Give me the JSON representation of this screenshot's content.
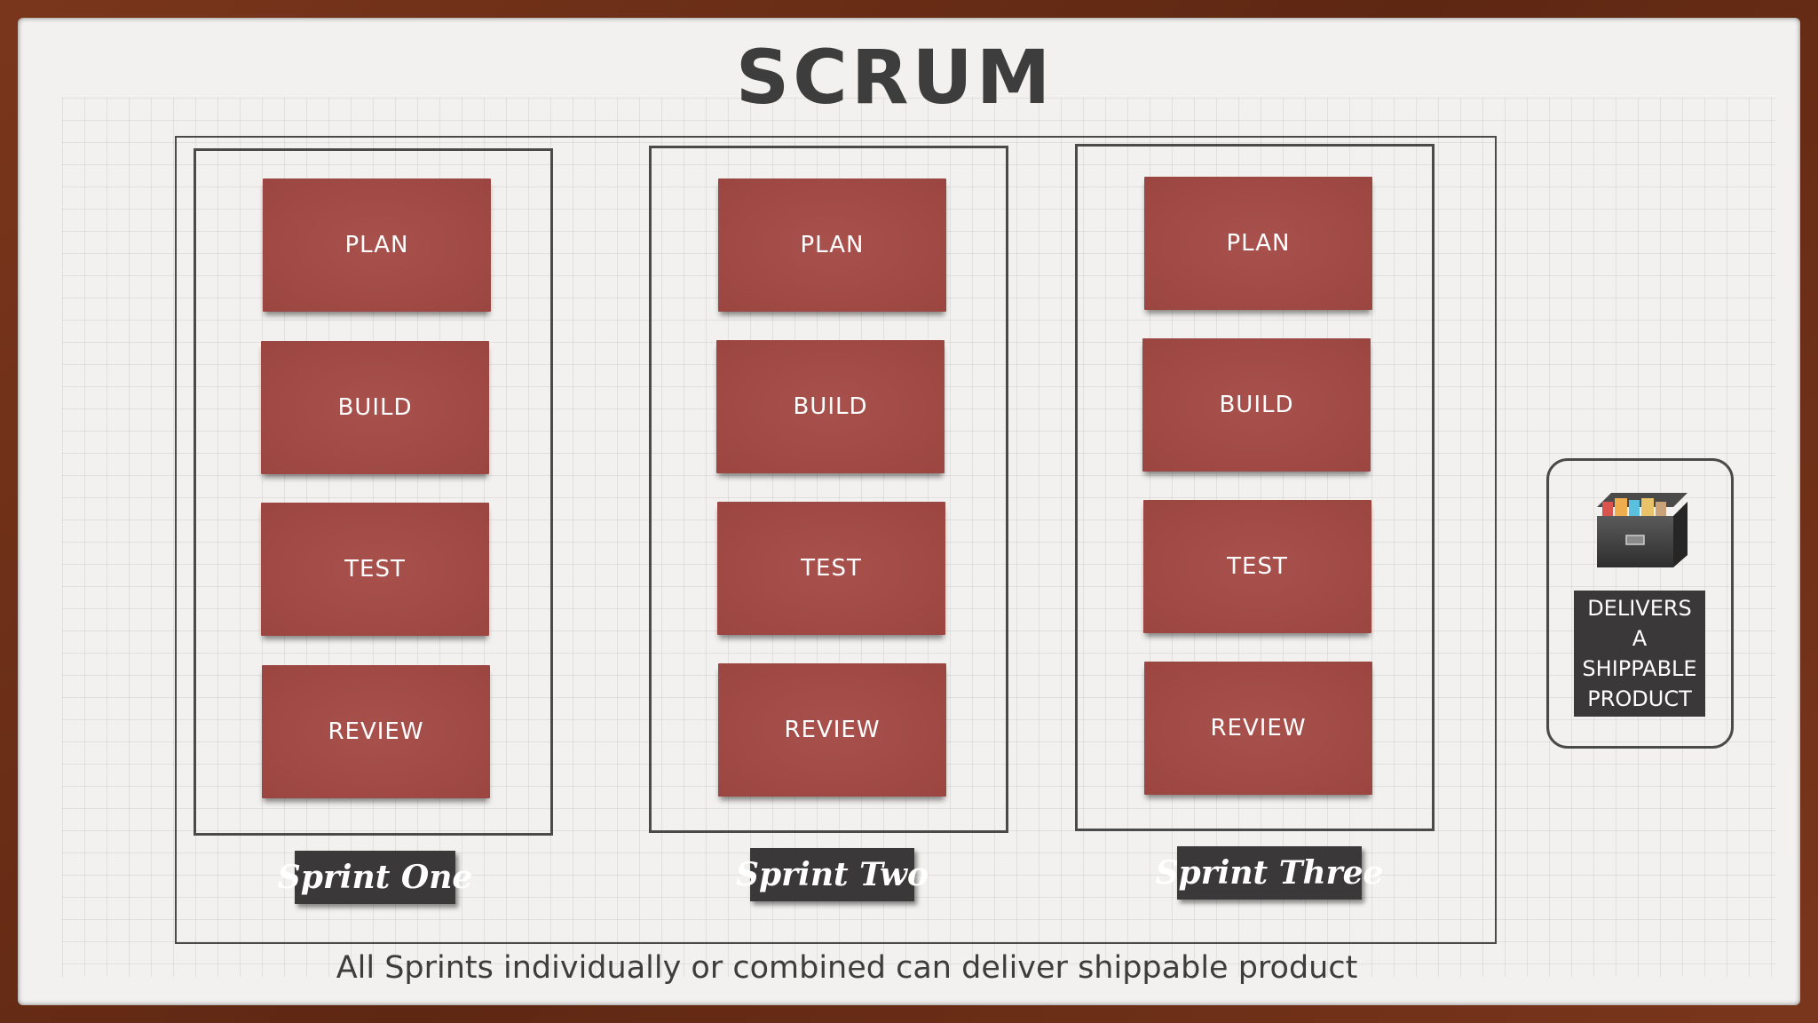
{
  "title": "SCRUM",
  "sprints": [
    {
      "label": "Sprint One",
      "steps": [
        "PLAN",
        "BUILD",
        "TEST",
        "REVIEW"
      ]
    },
    {
      "label": "Sprint Two",
      "steps": [
        "PLAN",
        "BUILD",
        "TEST",
        "REVIEW"
      ]
    },
    {
      "label": "Sprint Three",
      "steps": [
        "PLAN",
        "BUILD",
        "TEST",
        "REVIEW"
      ]
    }
  ],
  "deliverable": {
    "icon": "file-cabinet-icon",
    "lines": [
      "DELIVERS",
      "A",
      "SHIPPABLE",
      "PRODUCT"
    ]
  },
  "caption": "All Sprints individually or combined can deliver shippable product",
  "colors": {
    "card": "#a54a45",
    "label_bg": "#3a3838",
    "frame": "#6b2f1a",
    "paper": "#f2f1ef"
  }
}
